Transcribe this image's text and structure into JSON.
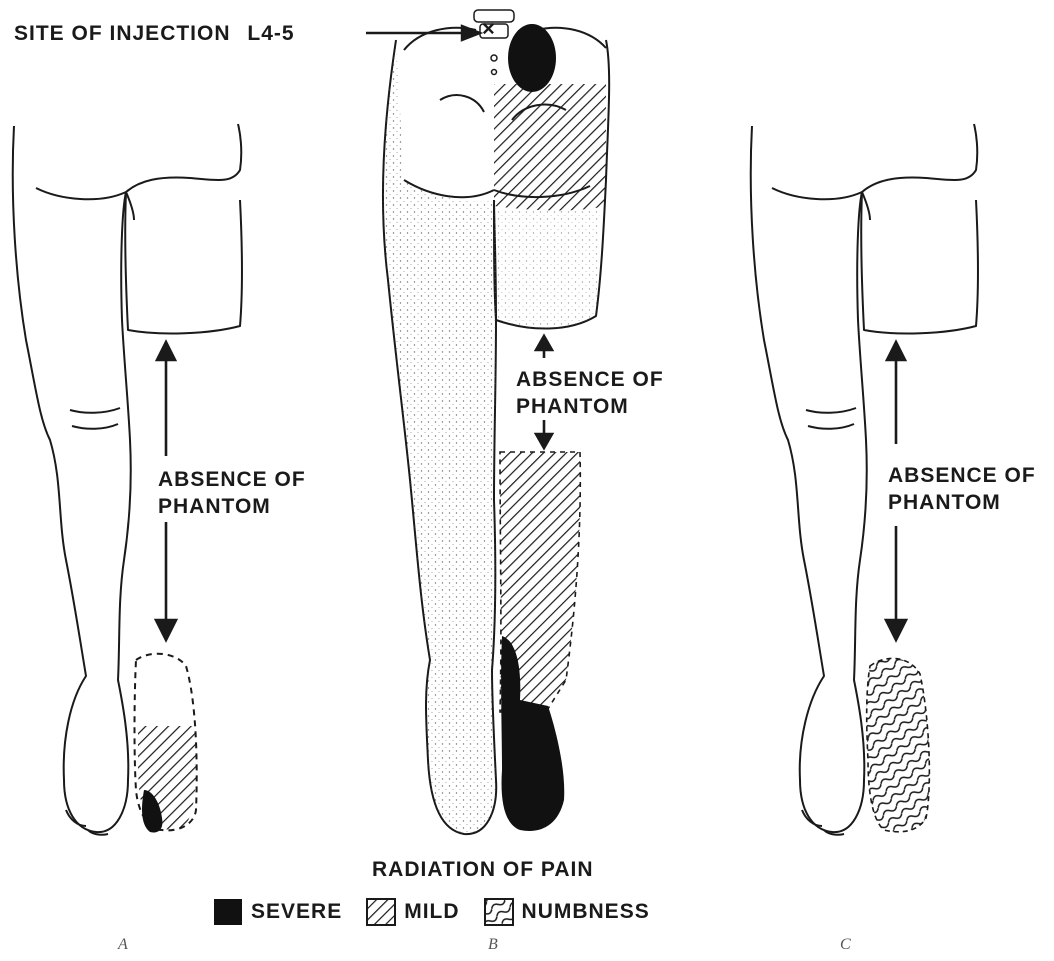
{
  "labels": {
    "site_of_injection": "SITE OF INJECTION",
    "level": "L4-5",
    "injection_mark": "×",
    "absence_line1": "ABSENCE OF",
    "absence_line2": "PHANTOM",
    "radiation_title": "RADIATION OF PAIN"
  },
  "legend": [
    {
      "key": "severe",
      "label": "SEVERE"
    },
    {
      "key": "mild",
      "label": "MILD"
    },
    {
      "key": "numbness",
      "label": "NUMBNESS"
    }
  ],
  "panels": {
    "a": "A",
    "b": "B",
    "c": "C"
  },
  "colors": {
    "ink": "#1a1a1a",
    "severe": "#111111",
    "paper": "#ffffff"
  }
}
